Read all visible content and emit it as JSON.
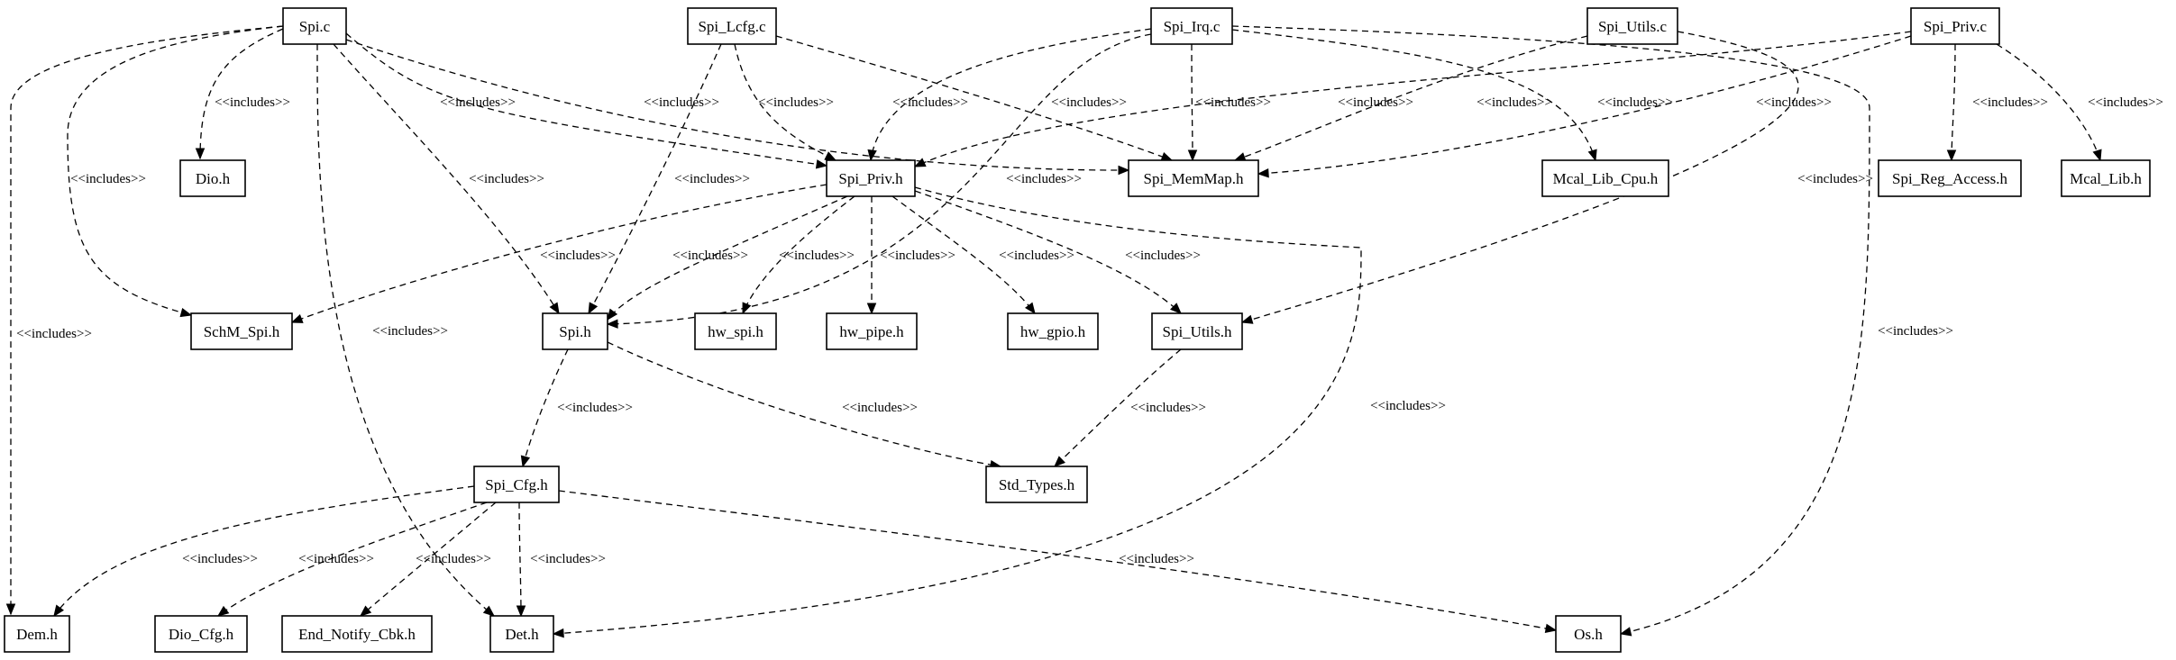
{
  "diagram": {
    "type": "include-dependency-graph",
    "edge_style": "dashed",
    "nodes": [
      {
        "id": "spi_c",
        "label": "Spi.c"
      },
      {
        "id": "spi_lcfg_c",
        "label": "Spi_Lcfg.c"
      },
      {
        "id": "spi_irq_c",
        "label": "Spi_Irq.c"
      },
      {
        "id": "spi_utils_c",
        "label": "Spi_Utils.c"
      },
      {
        "id": "spi_priv_c",
        "label": "Spi_Priv.c"
      },
      {
        "id": "dio_h",
        "label": "Dio.h"
      },
      {
        "id": "spi_priv_h",
        "label": "Spi_Priv.h"
      },
      {
        "id": "spi_memmap_h",
        "label": "Spi_MemMap.h"
      },
      {
        "id": "mcal_lib_cpu_h",
        "label": "Mcal_Lib_Cpu.h"
      },
      {
        "id": "spi_reg_access_h",
        "label": "Spi_Reg_Access.h"
      },
      {
        "id": "mcal_lib_h",
        "label": "Mcal_Lib.h"
      },
      {
        "id": "schm_spi_h",
        "label": "SchM_Spi.h"
      },
      {
        "id": "spi_h",
        "label": "Spi.h"
      },
      {
        "id": "hw_spi_h",
        "label": "hw_spi.h"
      },
      {
        "id": "hw_pipe_h",
        "label": "hw_pipe.h"
      },
      {
        "id": "hw_gpio_h",
        "label": "hw_gpio.h"
      },
      {
        "id": "spi_utils_h",
        "label": "Spi_Utils.h"
      },
      {
        "id": "spi_cfg_h",
        "label": "Spi_Cfg.h"
      },
      {
        "id": "std_types_h",
        "label": "Std_Types.h"
      },
      {
        "id": "dem_h",
        "label": "Dem.h"
      },
      {
        "id": "dio_cfg_h",
        "label": "Dio_Cfg.h"
      },
      {
        "id": "end_notify_cbk_h",
        "label": "End_Notify_Cbk.h"
      },
      {
        "id": "det_h",
        "label": "Det.h"
      },
      {
        "id": "os_h",
        "label": "Os.h"
      }
    ],
    "edges": [
      {
        "from": "spi_c",
        "to": "dem_h",
        "label": "<<includes>>"
      },
      {
        "from": "spi_c",
        "to": "schm_spi_h",
        "label": "<<includes>>"
      },
      {
        "from": "spi_c",
        "to": "dio_h",
        "label": "<<includes>>"
      },
      {
        "from": "spi_c",
        "to": "det_h",
        "label": "<<includes>>"
      },
      {
        "from": "spi_c",
        "to": "spi_h",
        "label": "<<includes>>"
      },
      {
        "from": "spi_c",
        "to": "spi_priv_h",
        "label": "<<includes>>"
      },
      {
        "from": "spi_c",
        "to": "spi_memmap_h",
        "label": "<<includes>>"
      },
      {
        "from": "spi_lcfg_c",
        "to": "spi_h",
        "label": "<<includes>>"
      },
      {
        "from": "spi_lcfg_c",
        "to": "spi_priv_h",
        "label": "<<includes>>"
      },
      {
        "from": "spi_lcfg_c",
        "to": "spi_memmap_h",
        "label": "<<includes>>"
      },
      {
        "from": "spi_irq_c",
        "to": "spi_priv_h",
        "label": "<<includes>>"
      },
      {
        "from": "spi_irq_c",
        "to": "spi_h",
        "label": "<<includes>>"
      },
      {
        "from": "spi_irq_c",
        "to": "spi_memmap_h",
        "label": "<<includes>>"
      },
      {
        "from": "spi_irq_c",
        "to": "mcal_lib_cpu_h",
        "label": "<<includes>>"
      },
      {
        "from": "spi_irq_c",
        "to": "os_h",
        "label": "<<includes>>"
      },
      {
        "from": "spi_utils_c",
        "to": "spi_memmap_h",
        "label": "<<includes>>"
      },
      {
        "from": "spi_utils_c",
        "to": "spi_utils_h",
        "label": "<<includes>>"
      },
      {
        "from": "spi_priv_c",
        "to": "spi_priv_h",
        "label": "<<includes>>"
      },
      {
        "from": "spi_priv_c",
        "to": "spi_memmap_h",
        "label": "<<includes>>"
      },
      {
        "from": "spi_priv_c",
        "to": "spi_reg_access_h",
        "label": "<<includes>>"
      },
      {
        "from": "spi_priv_c",
        "to": "mcal_lib_h",
        "label": "<<includes>>"
      },
      {
        "from": "spi_priv_h",
        "to": "schm_spi_h",
        "label": "<<includes>>"
      },
      {
        "from": "spi_priv_h",
        "to": "spi_h",
        "label": "<<includes>>"
      },
      {
        "from": "spi_priv_h",
        "to": "hw_spi_h",
        "label": "<<includes>>"
      },
      {
        "from": "spi_priv_h",
        "to": "hw_pipe_h",
        "label": "<<includes>>"
      },
      {
        "from": "spi_priv_h",
        "to": "hw_gpio_h",
        "label": "<<includes>>"
      },
      {
        "from": "spi_priv_h",
        "to": "spi_utils_h",
        "label": "<<includes>>"
      },
      {
        "from": "spi_priv_h",
        "to": "det_h",
        "label": "<<includes>>"
      },
      {
        "from": "spi_h",
        "to": "spi_cfg_h",
        "label": "<<includes>>"
      },
      {
        "from": "spi_h",
        "to": "std_types_h",
        "label": "<<includes>>"
      },
      {
        "from": "spi_utils_h",
        "to": "std_types_h",
        "label": "<<includes>>"
      },
      {
        "from": "spi_cfg_h",
        "to": "dem_h",
        "label": "<<includes>>"
      },
      {
        "from": "spi_cfg_h",
        "to": "dio_cfg_h",
        "label": "<<includes>>"
      },
      {
        "from": "spi_cfg_h",
        "to": "end_notify_cbk_h",
        "label": "<<includes>>"
      },
      {
        "from": "spi_cfg_h",
        "to": "det_h",
        "label": "<<includes>>"
      },
      {
        "from": "spi_cfg_h",
        "to": "os_h",
        "label": "<<includes>>"
      }
    ]
  }
}
